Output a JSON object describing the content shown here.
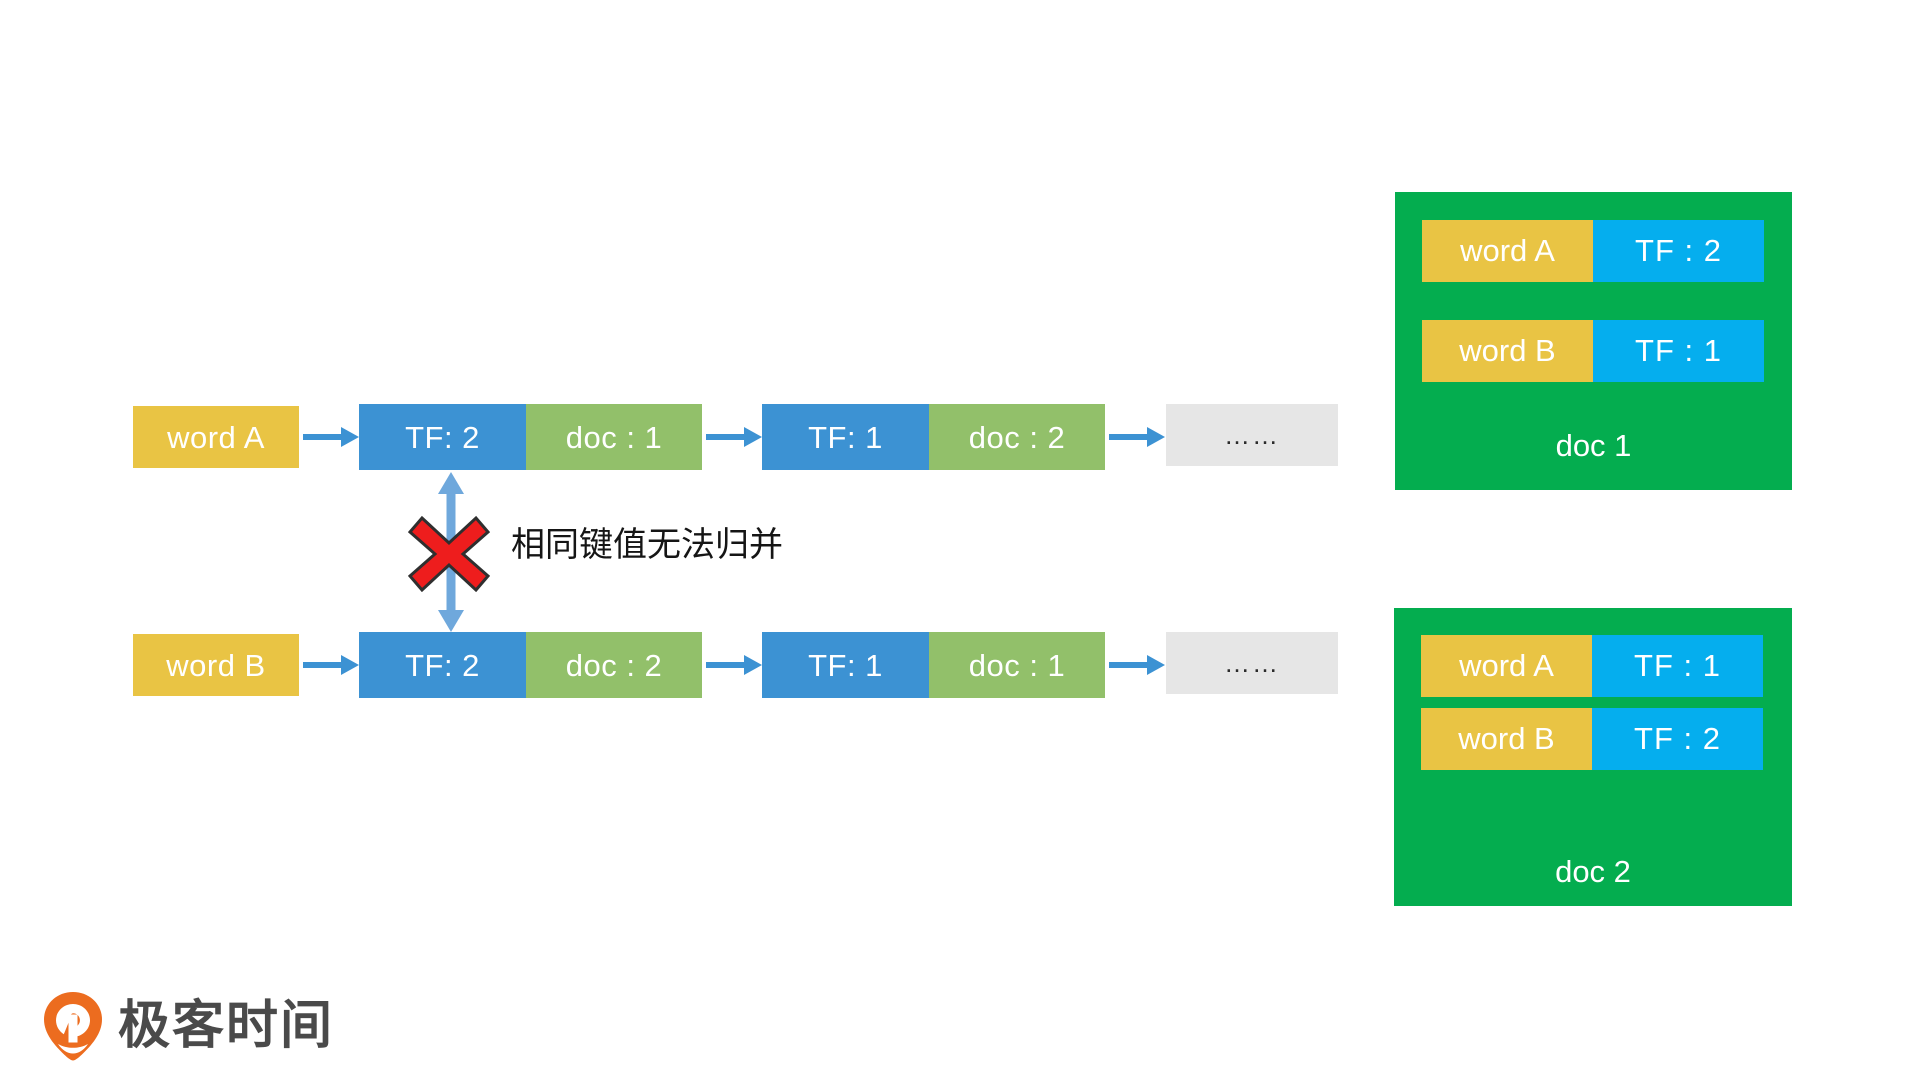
{
  "diagram": {
    "title_text_annotation": "相同键值无法归并",
    "colors": {
      "word_cell": "#e9c444",
      "tf_cell_list": "#3c92d3",
      "doc_cell_list": "#92c06a",
      "ellipsis_cell": "#e6e6e6",
      "doc_container": "#04ad4f",
      "tf_cell_doc": "#05aeee",
      "arrow_horizontal": "#3c92d3",
      "arrow_vertical": "#6fa8dc",
      "x_mark": "#ee1d1d",
      "logo_orange": "#ec6c1f",
      "logo_text": "#4a4a4a"
    },
    "posting_lists": [
      {
        "key": "word A",
        "nodes": [
          {
            "tf": "TF: 2",
            "doc": "doc : 1"
          },
          {
            "tf": "TF: 1",
            "doc": "doc : 2"
          }
        ],
        "tail": "……"
      },
      {
        "key": "word B",
        "nodes": [
          {
            "tf": "TF: 2",
            "doc": "doc : 2"
          },
          {
            "tf": "TF: 1",
            "doc": "doc : 1"
          }
        ],
        "tail": "……"
      }
    ],
    "documents": [
      {
        "label": "doc 1",
        "rows": [
          {
            "word": "word A",
            "tf": "TF : 2"
          },
          {
            "word": "word B",
            "tf": "TF : 1"
          }
        ]
      },
      {
        "label": "doc 2",
        "rows": [
          {
            "word": "word A",
            "tf": "TF : 1"
          },
          {
            "word": "word B",
            "tf": "TF : 2"
          }
        ]
      }
    ],
    "annotation": {
      "icon": "red-x-mark",
      "arrow": "vertical-double-arrow",
      "text": "相同键值无法归并"
    },
    "logo": {
      "mark": "geektime-logo-mark",
      "text": "极客时间"
    }
  }
}
